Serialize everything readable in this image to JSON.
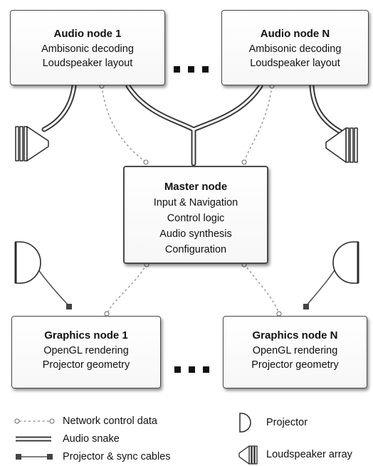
{
  "nodes": {
    "audio_1": {
      "title": "Audio node 1",
      "lines": [
        "Ambisonic decoding",
        "Loudspeaker layout"
      ]
    },
    "audio_n": {
      "title": "Audio node N",
      "lines": [
        "Ambisonic decoding",
        "Loudspeaker layout"
      ]
    },
    "master": {
      "title": "Master node",
      "lines": [
        "Input & Navigation",
        "Control logic",
        "Audio synthesis",
        "Configuration"
      ]
    },
    "graphics_1": {
      "title": "Graphics node 1",
      "lines": [
        "OpenGL rendering",
        "Projector geometry"
      ]
    },
    "graphics_n": {
      "title": "Graphics node N",
      "lines": [
        "OpenGL rendering",
        "Projector geometry"
      ]
    }
  },
  "legend": {
    "network": "Network control data",
    "snake": "Audio snake",
    "cables": "Projector & sync cables",
    "projector": "Projector",
    "loudspeaker": "Loudspeaker array"
  },
  "icons": [
    "projector-icon",
    "loudspeaker-array-icon",
    "ellipsis-icon"
  ],
  "colors": {
    "box_border": "#4a4a4a",
    "network_line": "#9a9a9a",
    "cable": "#555555"
  }
}
